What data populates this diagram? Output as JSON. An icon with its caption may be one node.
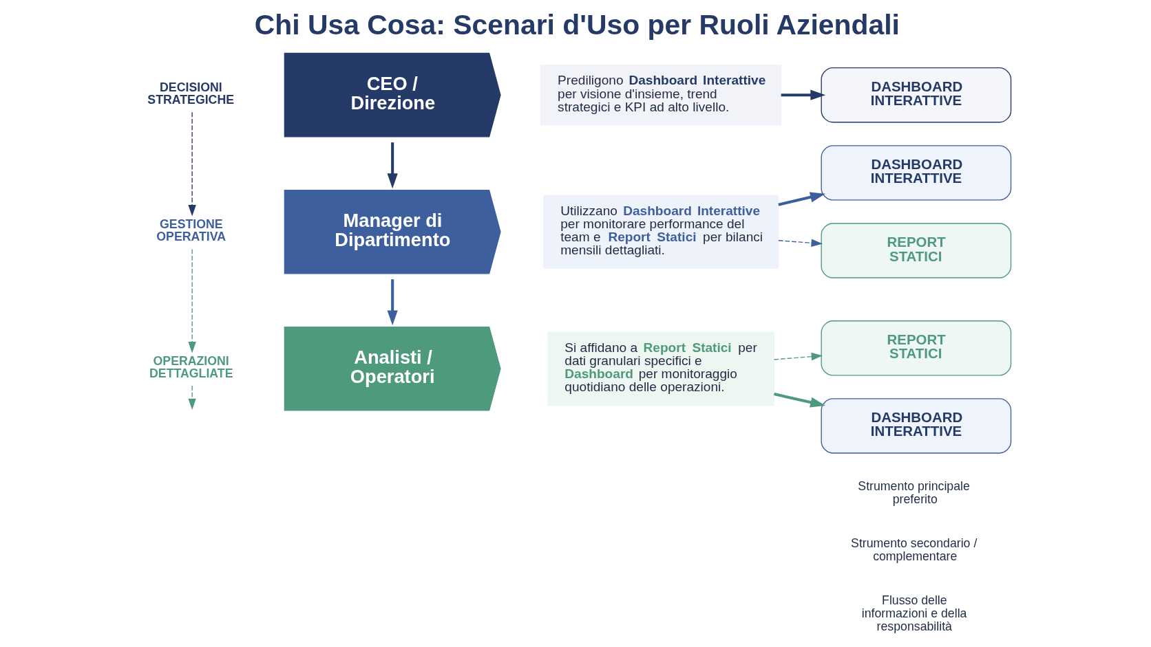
{
  "diagram": {
    "title": "Chi Usa Cosa: Scenari d'Uso per Ruoli Aziendali",
    "nodes": [
      {
        "text": [
          "DECISIONI STRATEGICHE"
        ]
      },
      {
        "text": [
          "GESTIONE OPERATIVA"
        ]
      },
      {
        "text": [
          "OPERAZIONI DETTAGLIATE"
        ]
      },
      {
        "text": [
          "CEO / Direzione"
        ]
      },
      {
        "text": [
          "Manager di Dipartimento"
        ]
      },
      {
        "text": [
          "Analisti / Operatori"
        ]
      },
      {
        "text": [
          "Prediligono **Dashboard Interattive** per visione d'insieme, trend strategici e KPI ad alto livello."
        ]
      },
      {
        "text": [
          "Utilizzano **Dashboard Interattive** per monitorare performance del team e **Report Statici** per bilanci mensili dettagliati."
        ]
      },
      {
        "text": [
          "Si affidano a **Report Statici** per dati granulari specifici e **Dashboard** per monitoraggio quotidiano delle operazioni."
        ]
      },
      {
        "text": [
          "DASHBOARD INTERATTIVE"
        ]
      },
      {
        "text": [
          "DASHBOARD INTERATTIVE"
        ]
      },
      {
        "text": [
          "REPORT STATICI"
        ]
      },
      {
        "text": [
          "REPORT STATICI"
        ]
      },
      {
        "text": [
          "DASHBOARD INTERATTIVE"
        ]
      }
    ],
    "edges": [
      {
        "from": 0,
        "to": 1,
        "arrow": "to",
        "style": "dashed",
        "color": "#253a66"
      },
      {
        "from": 1,
        "to": 2,
        "arrow": "to",
        "style": "dashed",
        "color": "#4e9a7c"
      },
      {
        "from": 2,
        "to": null,
        "arrow": "to",
        "style": "dashed",
        "color": "#4e9a7c"
      },
      {
        "from": 3,
        "to": 4,
        "arrow": "to",
        "style": "thick",
        "color": "#253a66"
      },
      {
        "from": 4,
        "to": 5,
        "arrow": "to",
        "style": "thick",
        "color": "#3d5f9e"
      },
      {
        "from": 6,
        "to": 9,
        "arrow": "to",
        "style": "thick",
        "color": "#253a66"
      },
      {
        "from": 7,
        "to": 10,
        "arrow": "to",
        "style": "thick",
        "color": "#3d5f9e"
      },
      {
        "from": 7,
        "to": 11,
        "arrow": "to",
        "style": "dashed",
        "color": "#3d5f9e"
      },
      {
        "from": 8,
        "to": 12,
        "arrow": "to",
        "style": "dashed",
        "color": "#4e9a7c"
      },
      {
        "from": 8,
        "to": 13,
        "arrow": "to",
        "style": "thick",
        "color": "#4e9a7c"
      }
    ],
    "legend": [
      {
        "text": "Strumento principale preferito"
      },
      {
        "text": "Strumento secondario / complementare"
      },
      {
        "text": "Flusso delle informazioni e della responsabilità"
      }
    ]
  }
}
